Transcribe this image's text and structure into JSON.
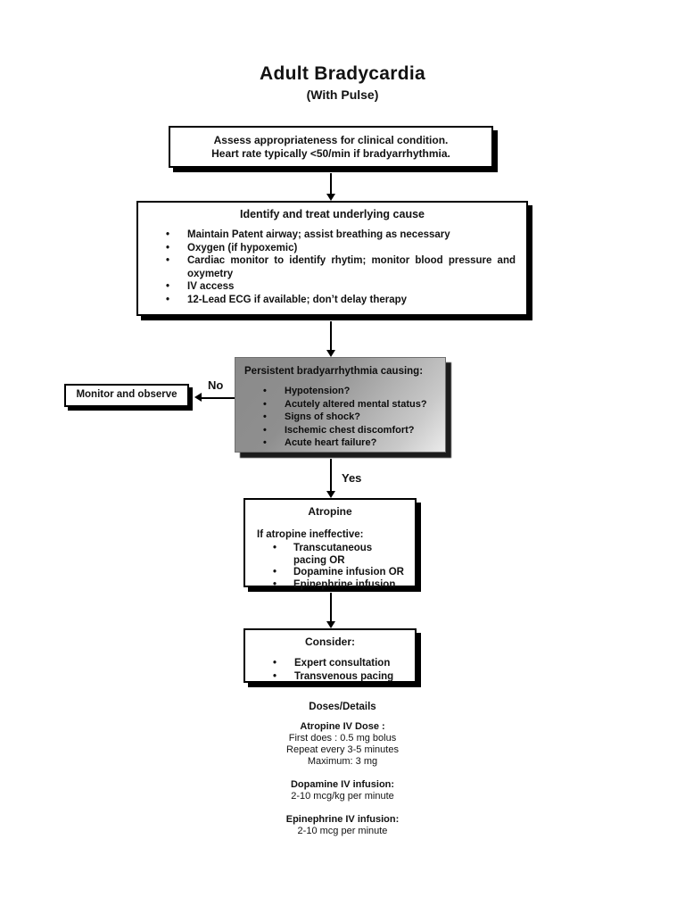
{
  "page": {
    "title": "Adult Bradycardia",
    "subtitle": "(With Pulse)"
  },
  "flowchart": {
    "assess_box": {
      "line1": "Assess appropriateness for clinical condition.",
      "line2": "Heart rate typically <50/min if bradyarrhythmia."
    },
    "identify_box": {
      "title": "Identify and treat underlying cause",
      "bullets": [
        "Maintain Patent airway; assist breathing as necessary",
        "Oxygen (if hypoxemic)",
        "Cardiac monitor to identify rhytim; monitor blood pressure and oxymetry",
        "IV access",
        "12-Lead ECG if available; don’t delay therapy"
      ]
    },
    "persistent_box": {
      "title": "Persistent bradyarrhythmia causing:",
      "bullets": [
        "Hypotension?",
        "Acutely altered mental status?",
        "Signs of shock?",
        "Ischemic chest discomfort?",
        "Acute heart failure?"
      ]
    },
    "monitor_box": {
      "label": "Monitor and observe"
    },
    "no_label": "No",
    "yes_label": "Yes",
    "atropine_box": {
      "title": "Atropine",
      "subtitle": "If atropine ineffective:",
      "bullets": [
        "Transcutaneous\npacing OR",
        "Dopamine infusion OR",
        "Epinephrine infusion"
      ]
    },
    "consider_box": {
      "title": "Consider:",
      "bullets": [
        "Expert consultation",
        "Transvenous pacing"
      ]
    }
  },
  "doses": {
    "heading": "Doses/Details",
    "sections": [
      {
        "title": "Atropine IV Dose :",
        "lines": [
          "First does : 0.5 mg bolus",
          "Repeat every 3-5 minutes",
          "Maximum: 3 mg"
        ]
      },
      {
        "title": "Dopamine IV infusion:",
        "lines": [
          "2-10 mcg/kg per minute"
        ]
      },
      {
        "title": "Epinephrine IV infusion:",
        "lines": [
          "2-10 mcg per minute"
        ]
      }
    ]
  },
  "colors": {
    "background": "#ffffff",
    "text": "#121212",
    "box_border": "#000000",
    "box_shadow": "#000000",
    "persistent_gradient_start": "#8a8a8a",
    "persistent_gradient_end": "#ebebeb"
  }
}
